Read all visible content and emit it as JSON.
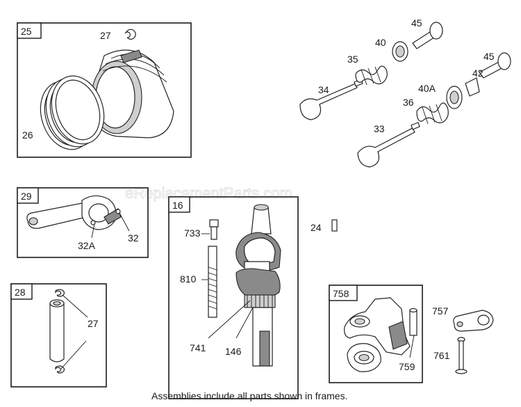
{
  "watermark": "eReplacementParts.com",
  "caption": "Assemblies include all parts shown in frames.",
  "frames": {
    "piston": "25",
    "conrod": "29",
    "pin": "28",
    "crank": "16",
    "kit": "758"
  },
  "labels": {
    "p27": "27",
    "p26": "26",
    "v45a": "45",
    "v40": "40",
    "v35": "35",
    "v34": "34",
    "v42": "42",
    "v45b": "45",
    "v40a": "40A",
    "v36": "36",
    "v33": "33",
    "r32a": "32A",
    "r32": "32",
    "pin27": "27",
    "k24": "24",
    "c733": "733",
    "c810": "810",
    "c741": "741",
    "c146": "146",
    "k757": "757",
    "k761": "761",
    "k759": "759"
  }
}
